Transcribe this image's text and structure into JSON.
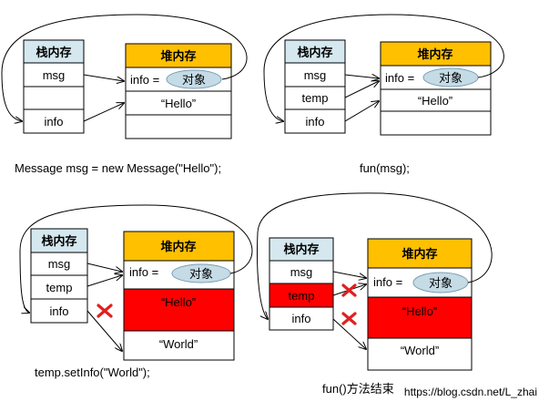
{
  "colors": {
    "stack_header": "#d5e8ef",
    "heap_header": "#ffc000",
    "object_ellipse": "#c5dbe6",
    "freed": "#ff0000",
    "cross": "#e02020",
    "line": "#000000"
  },
  "panel1": {
    "stack_title": "栈内存",
    "stack_cells": [
      "msg",
      "",
      "info"
    ],
    "heap_title": "堆内存",
    "info_label": "info =",
    "object_label": "对象",
    "heap_cells": [
      "“Hello”",
      ""
    ],
    "caption": "Message msg = new Message(\"Hello\");"
  },
  "panel2": {
    "stack_title": "栈内存",
    "stack_cells": [
      "msg",
      "temp",
      "info"
    ],
    "heap_title": "堆内存",
    "info_label": "info =",
    "object_label": "对象",
    "heap_cells": [
      "“Hello”",
      ""
    ],
    "caption": "fun(msg);"
  },
  "panel3": {
    "stack_title": "栈内存",
    "stack_cells": [
      "msg",
      "temp",
      "info"
    ],
    "heap_title": "堆内存",
    "info_label": "info =",
    "object_label": "对象",
    "heap_cells": [
      "“Hello”",
      "“World”"
    ],
    "caption": "temp.setInfo(\"World\");"
  },
  "panel4": {
    "stack_title": "栈内存",
    "stack_cells": [
      "msg",
      "temp",
      "info"
    ],
    "heap_title": "堆内存",
    "info_label": "info =",
    "object_label": "对象",
    "heap_cells": [
      "“Hello”",
      "“World”"
    ],
    "caption": "fun()方法结束"
  },
  "watermark": "https://blog.csdn.net/L_zhai"
}
